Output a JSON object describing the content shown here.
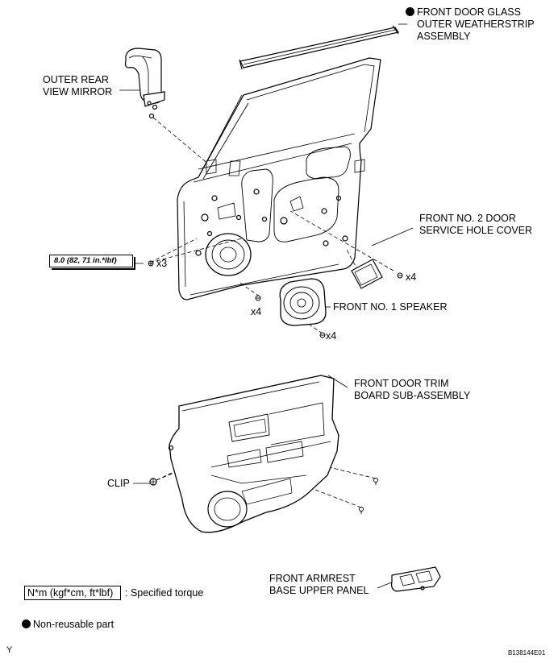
{
  "labels": {
    "weatherstrip_line1": "FRONT DOOR GLASS",
    "weatherstrip_line2": "OUTER WEATHERSTRIP",
    "weatherstrip_line3": "ASSEMBLY",
    "mirror_line1": "OUTER REAR",
    "mirror_line2": "VIEW MIRROR",
    "service_cover_line1": "FRONT NO. 2 DOOR",
    "service_cover_line2": "SERVICE HOLE COVER",
    "speaker": "FRONT NO. 1 SPEAKER",
    "trim_line1": "FRONT DOOR TRIM",
    "trim_line2": "BOARD SUB-ASSEMBLY",
    "clip": "CLIP",
    "armrest_line1": "FRONT ARMREST",
    "armrest_line2": "BASE UPPER PANEL"
  },
  "quantities": {
    "mirror_bolts": "x3",
    "cover_screws": "x4",
    "speaker_screws_left": "x4",
    "speaker_screws_bottom": "x4"
  },
  "torque": "8.0 (82, 71 in.*lbf)",
  "legend": {
    "torque_units": "N*m (kgf*cm, ft*lbf)",
    "torque_desc": ": Specified torque",
    "non_reusable": "Non-reusable part"
  },
  "footer": {
    "corner_letter": "Y",
    "figure_id": "B138144E01"
  }
}
